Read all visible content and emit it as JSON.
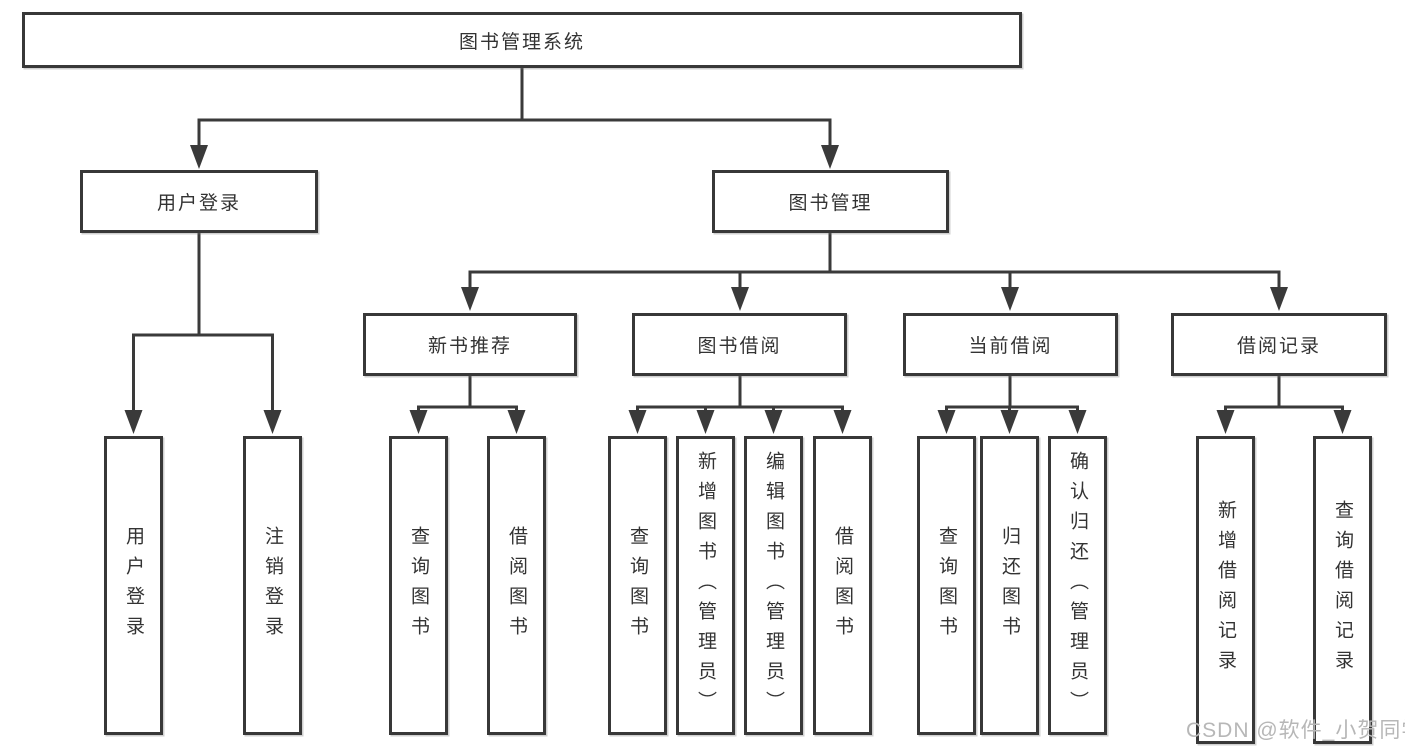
{
  "diagram_type": "hierarchy-tree",
  "tree": {
    "label": "图书管理系统",
    "children": [
      {
        "label": "用户登录",
        "children": [
          {
            "label": "用户登录"
          },
          {
            "label": "注销登录"
          }
        ]
      },
      {
        "label": "图书管理",
        "children": [
          {
            "label": "新书推荐",
            "children": [
              {
                "label": "查询图书"
              },
              {
                "label": "借阅图书"
              }
            ]
          },
          {
            "label": "图书借阅",
            "children": [
              {
                "label": "查询图书"
              },
              {
                "label": "新增图书（管理员）"
              },
              {
                "label": "编辑图书（管理员）"
              },
              {
                "label": "借阅图书"
              }
            ]
          },
          {
            "label": "当前借阅",
            "children": [
              {
                "label": "查询图书"
              },
              {
                "label": "归还图书"
              },
              {
                "label": "确认归还（管理员）"
              }
            ]
          },
          {
            "label": "借阅记录",
            "children": [
              {
                "label": "新增借阅记录"
              },
              {
                "label": "查询借阅记录"
              }
            ]
          }
        ]
      }
    ]
  },
  "watermark": "CSDN @软件_小贺同学",
  "colors": {
    "line": "#3a3a3a",
    "box_border": "#383838",
    "text": "#333333",
    "watermark": "#b7b7b7",
    "background": "#ffffff"
  }
}
